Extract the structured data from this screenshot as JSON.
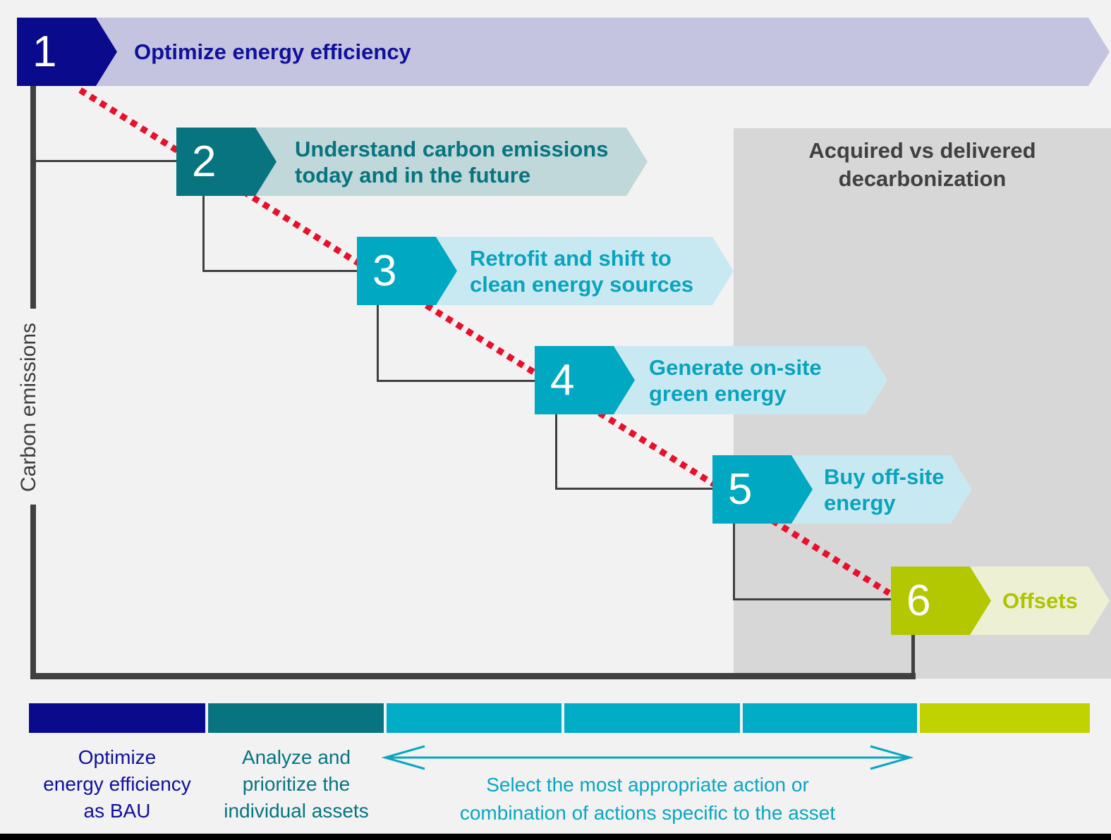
{
  "panel": {
    "title": "Acquired vs delivered decarbonization",
    "title_lines": [
      "Acquired vs delivered",
      "decarbonization"
    ]
  },
  "axis": {
    "y_label": "Carbon emissions"
  },
  "steps": [
    {
      "number": "1",
      "lines": [
        "Optimize energy efficiency"
      ],
      "badge_color": "#0a0a8c",
      "bar_color": "#c4c4e0",
      "text_color": "#10109a"
    },
    {
      "number": "2",
      "lines": [
        "Understand carbon emissions",
        "today and in the future"
      ],
      "badge_color": "#077480",
      "bar_color": "#c0d8d9",
      "text_color": "#077480"
    },
    {
      "number": "3",
      "lines": [
        "Retrofit and shift to",
        "clean energy sources"
      ],
      "badge_color": "#00a8c2",
      "bar_color": "#c9e9f2",
      "text_color": "#0aa3bd"
    },
    {
      "number": "4",
      "lines": [
        "Generate on-site",
        "green energy"
      ],
      "badge_color": "#00a8c2",
      "bar_color": "#c9e9f2",
      "text_color": "#0aa3bd"
    },
    {
      "number": "5",
      "lines": [
        "Buy off-site",
        "energy"
      ],
      "badge_color": "#00a8c2",
      "bar_color": "#c9e9f2",
      "text_color": "#0aa3bd"
    },
    {
      "number": "6",
      "lines": [
        "Offsets"
      ],
      "badge_color": "#b3c800",
      "bar_color": "#eef0d4",
      "text_color": "#afc400"
    }
  ],
  "trend_line": {
    "color": "#e8112d",
    "style": "dotted"
  },
  "legend": {
    "segment_colors": [
      "#0a0a8c",
      "#077480",
      "#00acc6",
      "#00acc6",
      "#00acc6",
      "#c0d200"
    ],
    "labels": [
      {
        "lines": [
          "Optimize",
          "energy efficiency",
          "as BAU"
        ],
        "color": "#10109a"
      },
      {
        "lines": [
          "Analyze and",
          "prioritize the",
          "individual assets"
        ],
        "color": "#077480"
      },
      {
        "lines": [
          "Select the most appropriate action or",
          "combination of actions specific to the asset"
        ],
        "color": "#0aa6c0"
      }
    ],
    "arrow_color": "#0aa6c0"
  }
}
